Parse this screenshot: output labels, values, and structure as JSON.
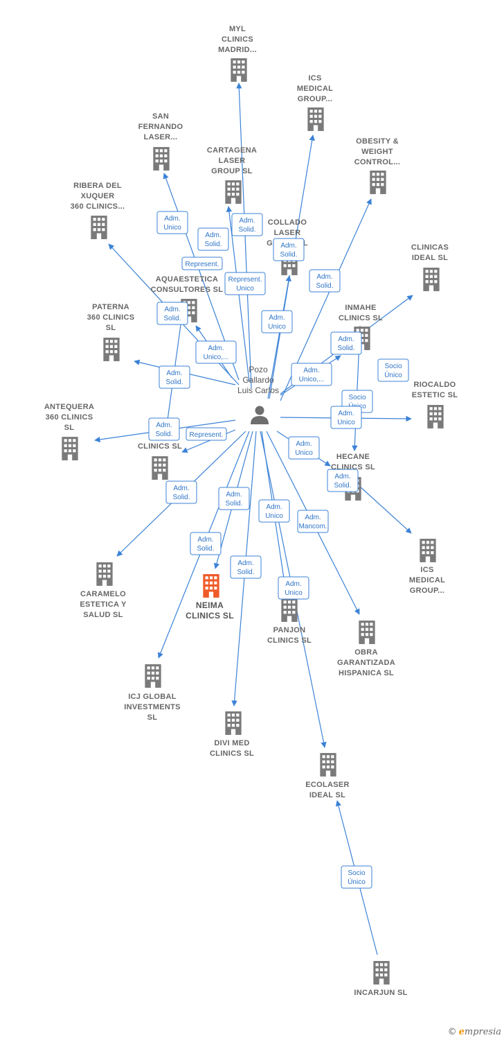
{
  "colors": {
    "edge": "#3b82d6",
    "building": "#7a7a7a",
    "highlight": "#f05a28",
    "person": "#6e6e6e"
  },
  "person": {
    "lines": [
      "Pozo",
      "Gallardo",
      "Luis Carlos"
    ],
    "icon": "person-icon"
  },
  "companies": [
    {
      "id": "myl",
      "lines": [
        "MYL",
        "CLINICS",
        "MADRID..."
      ]
    },
    {
      "id": "ics1",
      "lines": [
        "ICS",
        "MEDICAL",
        "GROUP..."
      ]
    },
    {
      "id": "sanf",
      "lines": [
        "SAN",
        "FERNANDO",
        "LASER..."
      ]
    },
    {
      "id": "cart",
      "lines": [
        "CARTAGENA",
        "LASER",
        "GROUP SL"
      ]
    },
    {
      "id": "obes",
      "lines": [
        "OBESITY &",
        "WEIGHT",
        "CONTROL..."
      ]
    },
    {
      "id": "ribe",
      "lines": [
        "RIBERA DEL",
        "XUQUER",
        "360 CLINICS..."
      ]
    },
    {
      "id": "coll",
      "lines": [
        "COLLADO",
        "LASER",
        "GROUP SL"
      ]
    },
    {
      "id": "clid",
      "lines": [
        "CLINICAS",
        "IDEAL SL"
      ]
    },
    {
      "id": "aqua",
      "lines": [
        "AQUAESTETICA",
        "CONSULTORES SL"
      ]
    },
    {
      "id": "pate",
      "lines": [
        "PATERNA",
        "360 CLINICS",
        "SL"
      ]
    },
    {
      "id": "inma",
      "lines": [
        "INMAHE",
        "CLINICS SL"
      ]
    },
    {
      "id": "rioc",
      "lines": [
        "RIOCALDO",
        "ESTETIC SL"
      ]
    },
    {
      "id": "ante",
      "lines": [
        "ANTEQUERA",
        "360 CLINICS",
        "SL"
      ]
    },
    {
      "id": "bell",
      "lines": [
        "B",
        "CLINICS SL"
      ]
    },
    {
      "id": "heca",
      "lines": [
        "HECANE",
        "CLINICS SL"
      ]
    },
    {
      "id": "ics2",
      "lines": [
        "ICS",
        "MEDICAL",
        "GROUP..."
      ]
    },
    {
      "id": "cara",
      "lines": [
        "CARAMELO",
        "ESTETICA Y",
        "SALUD SL"
      ]
    },
    {
      "id": "neim",
      "lines": [
        "NEIMA",
        "CLINICS SL"
      ],
      "highlight": true
    },
    {
      "id": "panj",
      "lines": [
        "PANJON",
        "CLINICS SL"
      ]
    },
    {
      "id": "obra",
      "lines": [
        "OBRA",
        "GARANTIZADA",
        "HISPANICA SL"
      ]
    },
    {
      "id": "icj",
      "lines": [
        "ICJ GLOBAL",
        "INVESTMENTS",
        "SL"
      ]
    },
    {
      "id": "divi",
      "lines": [
        "DIVI MED",
        "CLINICS SL"
      ]
    },
    {
      "id": "ecol",
      "lines": [
        "ECOLASER",
        "IDEAL SL"
      ]
    },
    {
      "id": "inca",
      "lines": [
        "INCARJUN SL"
      ]
    }
  ],
  "relations": [
    {
      "lines": [
        "Adm.",
        "Unico"
      ]
    },
    {
      "lines": [
        "Adm.",
        "Solid."
      ]
    },
    {
      "lines": [
        "Adm.",
        "Solid."
      ]
    },
    {
      "lines": [
        "Adm.",
        "Solid."
      ]
    },
    {
      "lines": [
        "Represent."
      ]
    },
    {
      "lines": [
        "Represent.",
        "Unico"
      ]
    },
    {
      "lines": [
        "Adm.",
        "Solid."
      ]
    },
    {
      "lines": [
        "Adm.",
        "Solid."
      ]
    },
    {
      "lines": [
        "Adm.",
        "Unico"
      ]
    },
    {
      "lines": [
        "Adm.",
        "Unico,..."
      ]
    },
    {
      "lines": [
        "Adm.",
        "Solid."
      ]
    },
    {
      "lines": [
        "Adm.",
        "Unico,..."
      ]
    },
    {
      "lines": [
        "Adm.",
        "Solid."
      ]
    },
    {
      "lines": [
        "Socio",
        "Único"
      ]
    },
    {
      "lines": [
        "Socio",
        "Único"
      ]
    },
    {
      "lines": [
        "Adm.",
        "Unico"
      ]
    },
    {
      "lines": [
        "Adm.",
        "Solid."
      ]
    },
    {
      "lines": [
        "Represent."
      ]
    },
    {
      "lines": [
        "Adm.",
        "Unico"
      ]
    },
    {
      "lines": [
        "Adm.",
        "Solid."
      ]
    },
    {
      "lines": [
        "Adm.",
        "Solid."
      ]
    },
    {
      "lines": [
        "Adm.",
        "Unico"
      ]
    },
    {
      "lines": [
        "Adm.",
        "Mancom."
      ]
    },
    {
      "lines": [
        "Adm.",
        "Solid."
      ]
    },
    {
      "lines": [
        "Adm.",
        "Solid."
      ]
    },
    {
      "lines": [
        "Adm.",
        "Solid."
      ]
    },
    {
      "lines": [
        "Adm.",
        "Unico"
      ]
    },
    {
      "lines": [
        "Socio",
        "Único"
      ]
    }
  ],
  "footer": {
    "copyright": "©",
    "brand_initial": "e",
    "brand_rest": "mpresia"
  }
}
